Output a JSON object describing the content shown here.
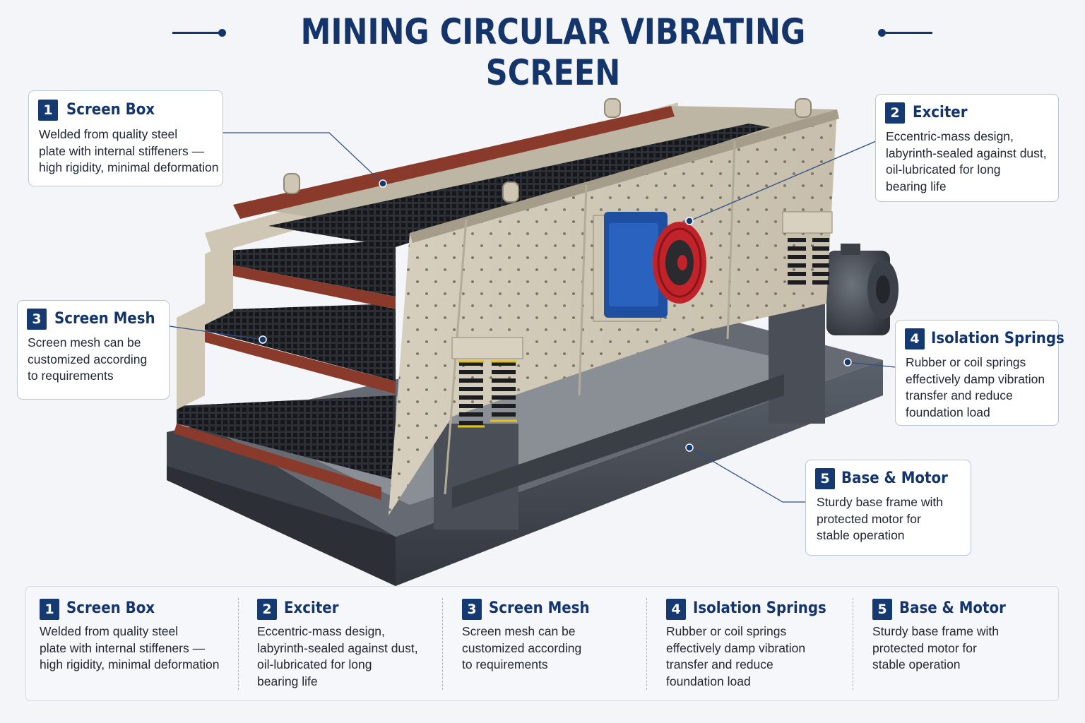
{
  "title": "MINING CIRCULAR VIBRATING SCREEN",
  "colors": {
    "accent": "#14356b",
    "frame": "#d8d1bf",
    "rim": "#8a3a2a",
    "steel": "#4a4f58",
    "exciter_blue": "#1e4fa0",
    "pulley_red": "#c0242a"
  },
  "callouts": [
    {
      "num": "1",
      "title": "Screen Box",
      "lines": [
        "Welded from quality steel",
        "plate with internal stiffeners —",
        "high rigidity, minimal deformation"
      ]
    },
    {
      "num": "2",
      "title": "Exciter",
      "lines": [
        "Eccentric-mass design,",
        "labyrinth-sealed against dust,",
        "oil-lubricated for long",
        "bearing life"
      ]
    },
    {
      "num": "3",
      "title": "Screen Mesh",
      "lines": [
        "Screen mesh can be",
        "customized according",
        "to requirements"
      ]
    },
    {
      "num": "4",
      "title": "Isolation Springs",
      "lines": [
        "Rubber or coil springs",
        "effectively damp vibration",
        "transfer and reduce",
        "foundation load"
      ]
    },
    {
      "num": "5",
      "title": "Base & Motor",
      "lines": [
        "Sturdy base frame with",
        "protected motor for",
        "stable operation"
      ]
    }
  ],
  "summary": [
    {
      "num": "1",
      "title": "Screen Box",
      "lines": [
        "Welded from quality steel",
        "plate with internal stiffeners —",
        "high rigidity, minimal deformation"
      ]
    },
    {
      "num": "2",
      "title": "Exciter",
      "lines": [
        "Eccentric-mass design,",
        "labyrinth-sealed against dust,",
        "oil-lubricated for long",
        "bearing life"
      ]
    },
    {
      "num": "3",
      "title": "Screen Mesh",
      "lines": [
        "Screen mesh can be",
        "customized according",
        "to requirements"
      ]
    },
    {
      "num": "4",
      "title": "Isolation Springs",
      "lines": [
        "Rubber or coil springs",
        "effectively damp vibration",
        "transfer and reduce",
        "foundation load"
      ]
    },
    {
      "num": "5",
      "title": "Base & Motor",
      "lines": [
        "Sturdy base frame with",
        "protected motor for",
        "stable operation"
      ]
    }
  ]
}
